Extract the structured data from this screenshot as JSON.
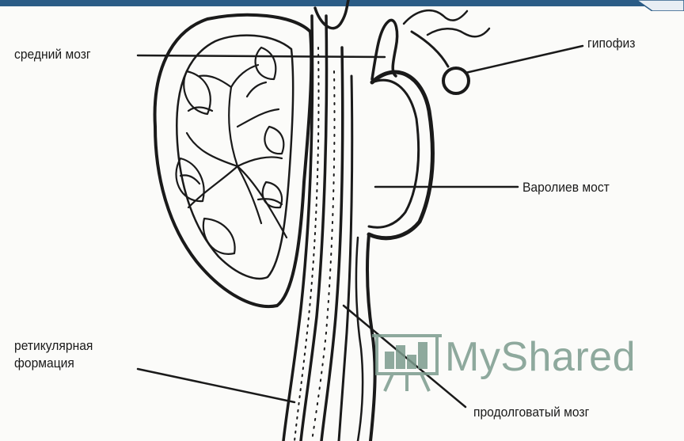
{
  "labels": {
    "midbrain": "средний мозг",
    "pituitary": "гипофиз",
    "pons": "Варолиев мост",
    "reticular_formation": "ретикулярная\nформация",
    "medulla": "продолговатый мозг"
  },
  "watermark": {
    "text": "MyShared",
    "logo_icon": "presentation-board-icon",
    "color": "#7c9b8d"
  },
  "colors": {
    "ink": "#1a1a1a",
    "frame": "#2b5c86"
  }
}
